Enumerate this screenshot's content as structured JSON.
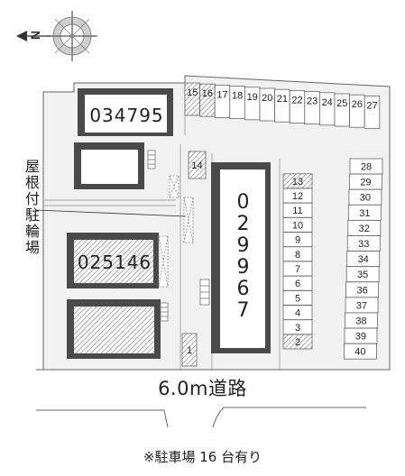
{
  "compass": {
    "north_label": "N",
    "icon": "compass-rose-icon"
  },
  "buildings": [
    {
      "id": "034795",
      "label": "034795"
    },
    {
      "id": "025146",
      "label": "025146"
    },
    {
      "id": "029967",
      "label": "029967"
    }
  ],
  "parking_spaces": [
    "1",
    "2",
    "3",
    "4",
    "5",
    "6",
    "7",
    "8",
    "9",
    "10",
    "11",
    "12",
    "13",
    "14",
    "15",
    "16",
    "17",
    "18",
    "19",
    "20",
    "21",
    "22",
    "23",
    "24",
    "25",
    "26",
    "27",
    "28",
    "29",
    "30",
    "31",
    "32",
    "33",
    "34",
    "35",
    "36",
    "37",
    "38",
    "39",
    "40"
  ],
  "highlighted_spaces": [
    "1",
    "2",
    "13",
    "14",
    "15",
    "16"
  ],
  "bicycle_parking_label": "屋根付駐輪場",
  "road_label": "6.0m道路",
  "footer_note": "※駐車場 16 台有り",
  "colors": {
    "line": "#555555",
    "fill": "#f2f2f2",
    "hatch": "#888888",
    "building_border": "#3a3a3a"
  }
}
